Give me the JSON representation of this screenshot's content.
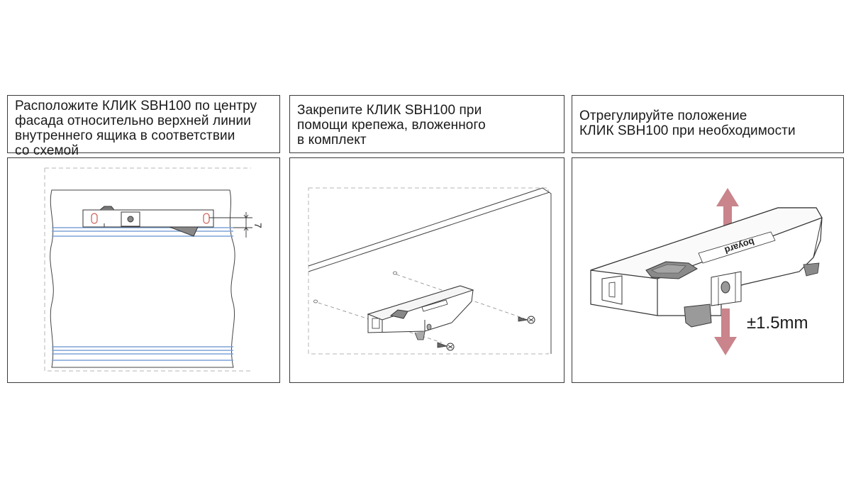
{
  "steps": [
    {
      "lines": [
        "Расположите КЛИК SBH100 по центру",
        "фасада относительно верхней линии",
        "внутреннего ящика в соответствии",
        "со схемой"
      ]
    },
    {
      "lines": [
        "Закрепите КЛИК SBH100 при",
        "помощи крепежа, вложенного",
        "в комплект"
      ]
    },
    {
      "lines": [
        "Отрегулируйте положение",
        "КЛИК SBH100 при необходимости"
      ]
    }
  ],
  "diagram1": {
    "dimension": "7"
  },
  "diagram3": {
    "tolerance": "±1.5mm",
    "logo": "boyard",
    "arrow_color": "#c9848c"
  }
}
